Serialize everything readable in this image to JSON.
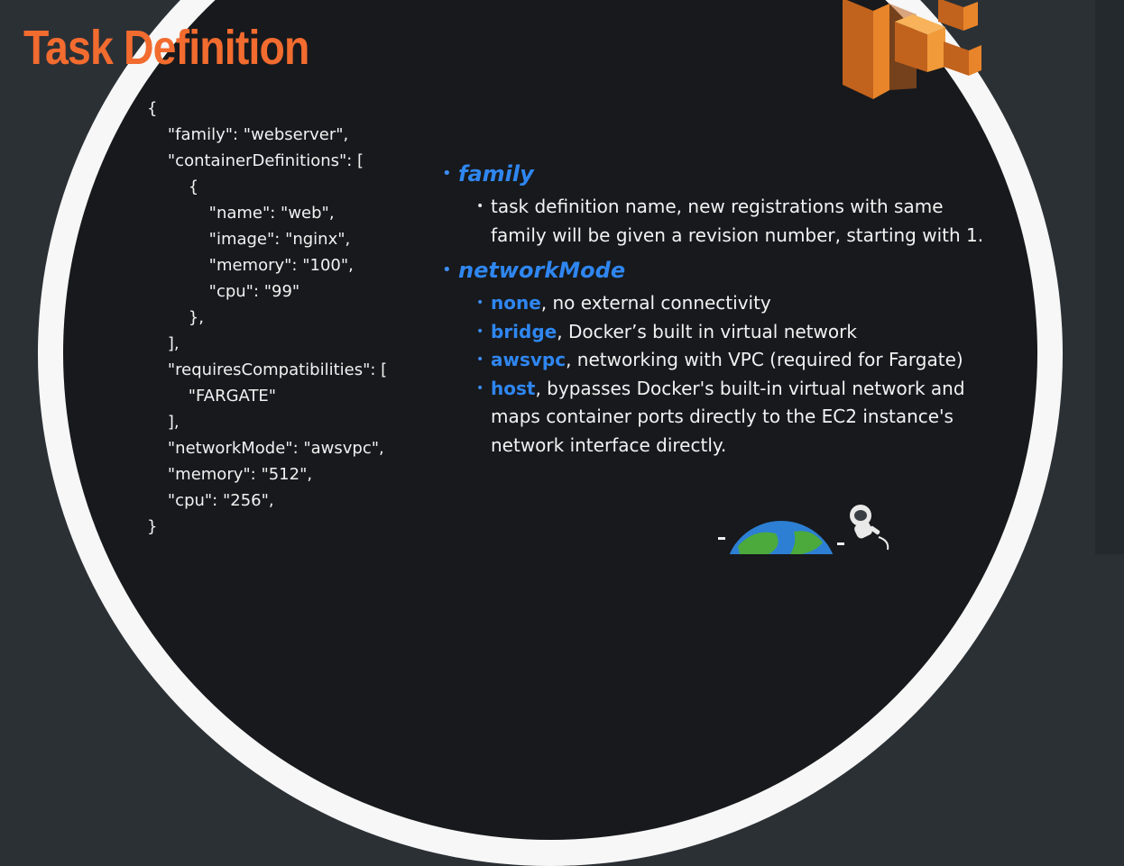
{
  "slide": {
    "title": "Task Definition",
    "code_lines": [
      "{",
      "    \"family\": \"webserver\",",
      "    \"containerDefinitions\": [",
      "        {",
      "            \"name\": \"web\",",
      "            \"image\": \"nginx\",",
      "            \"memory\": \"100\",",
      "            \"cpu\": \"99\"",
      "        },",
      "    ],",
      "    \"requiresCompatibilities\": [",
      "        \"FARGATE\"",
      "    ],",
      "    \"networkMode\": \"awsvpc\",",
      "    \"memory\": \"512\",",
      "    \"cpu\": \"256\",",
      "}"
    ],
    "bullets": {
      "family": {
        "term": "family",
        "desc_line1": "task definition name, new registrations with same",
        "desc_line2": "family will be given a revision number, starting with 1."
      },
      "networkMode": {
        "term": "networkMode",
        "items": [
          {
            "keyword": "none",
            "text": ", no external connectivity"
          },
          {
            "keyword": "bridge",
            "text": ", Docker’s built in virtual network"
          },
          {
            "keyword": "awsvpc",
            "text": ", networking with VPC (required for Fargate)"
          },
          {
            "keyword": "host",
            "text": ", bypasses Docker's built-in virtual network and"
          }
        ],
        "host_continuation": [
          "maps container ports directly to the EC2 instance's",
          "network interface directly."
        ]
      }
    },
    "icons": {
      "logo": "aws-ecs-logo-icon",
      "astronaut": "astronaut-icon",
      "globe": "globe-icon"
    },
    "colors": {
      "title": "#f26b2f",
      "keyword": "#2f86f0",
      "background": "#17191c",
      "ring": "#f7f7f7",
      "logo_orange": "#e8842a"
    }
  }
}
